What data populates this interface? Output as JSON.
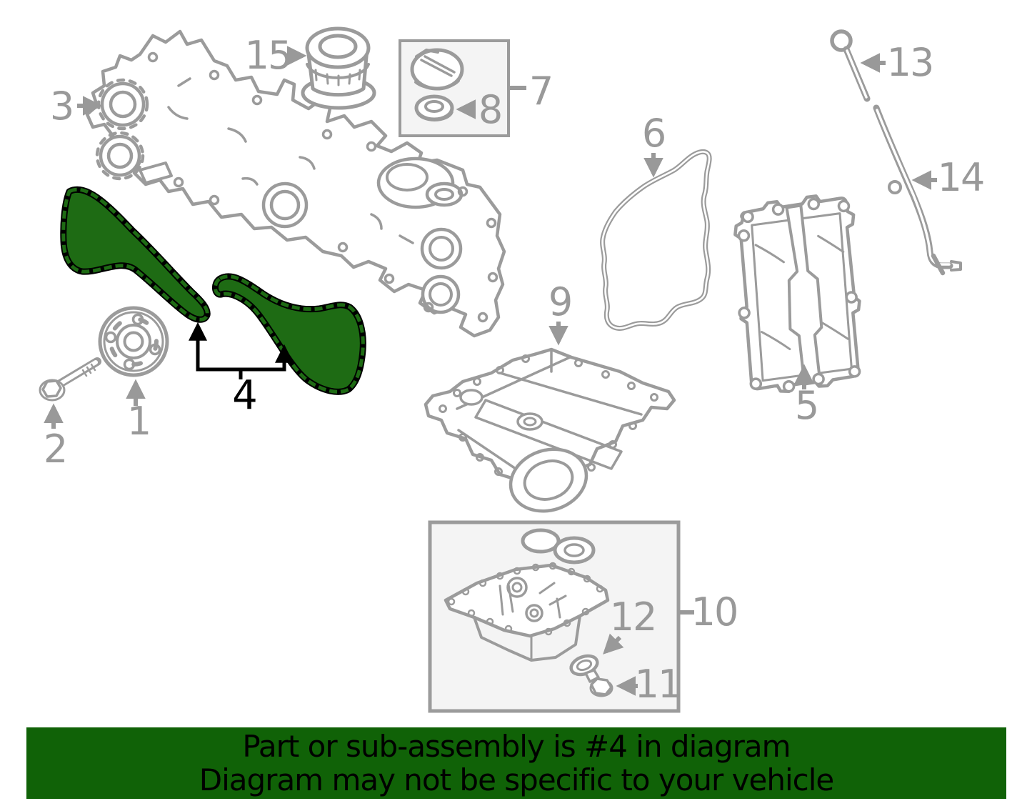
{
  "callouts": {
    "n1": "1",
    "n2": "2",
    "n3": "3",
    "n4": "4",
    "n5": "5",
    "n6": "6",
    "n7": "7",
    "n8": "8",
    "n9": "9",
    "n10": "10",
    "n11": "11",
    "n12": "12",
    "n13": "13",
    "n14": "14",
    "n15": "15"
  },
  "highlighted_part_number": "4",
  "banner": {
    "line1": "Part or sub-assembly is #4 in diagram",
    "line2": "Diagram may not be specific to your vehicle"
  },
  "colors": {
    "background": "#ffffff",
    "line_gray": "#9b9b9b",
    "label_gray": "#999999",
    "highlight_green": "#1e6b14",
    "highlight_outline": "#000000",
    "banner_green": "#106207",
    "banner_text": "#000000",
    "box_fill": "#f4f4f4",
    "box_border": "#a3a3a3"
  }
}
